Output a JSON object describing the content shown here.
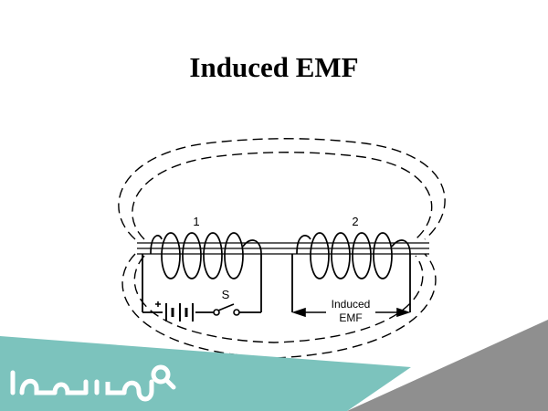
{
  "slide": {
    "title": "Induced EMF"
  },
  "diagram": {
    "coil_1_label": "1",
    "coil_2_label": "2",
    "switch_label": "S",
    "emf_label_line1": "Induced",
    "emf_label_line2": "EMF"
  },
  "brand": {
    "logo_text": "موسوعة",
    "colors": {
      "teal": "#7cc3bd",
      "gray": "#8f8f8f"
    }
  }
}
